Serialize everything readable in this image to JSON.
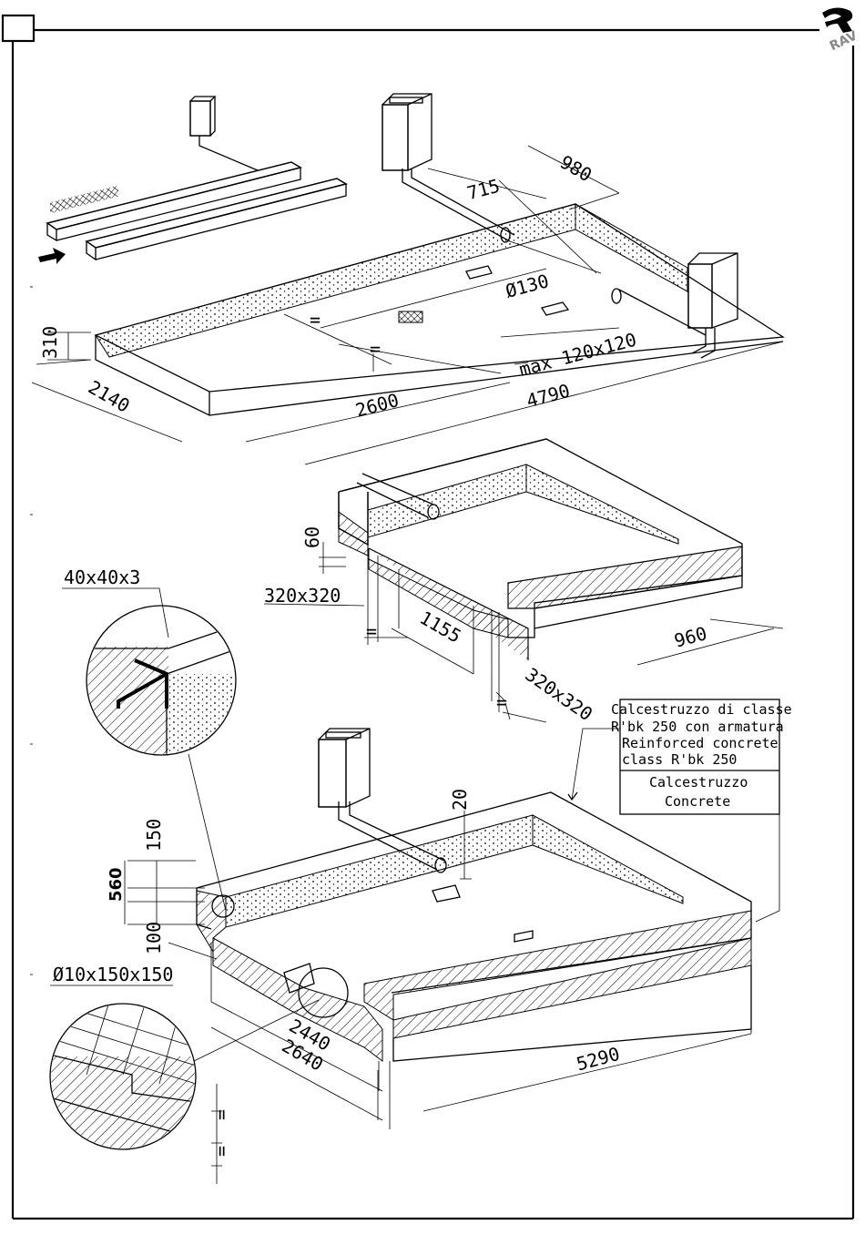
{
  "page_number_box": "",
  "logo_text": "RAV",
  "top_section": {
    "dims": {
      "d980": "980",
      "d715": "715",
      "d130": "Ø130",
      "dmax": "max 120x120",
      "d310": "310",
      "d2140": "2140",
      "d2600": "2600",
      "d4790": "4790",
      "eq1": "=",
      "eq2": "="
    }
  },
  "middle_section": {
    "dims": {
      "d60": "60",
      "d320a": "320x320",
      "d1155": "1155",
      "d960": "960",
      "d320b": "320x320",
      "eq1": "=",
      "eq2": "="
    },
    "detail_label": "40x40x3"
  },
  "bottom_section": {
    "dims": {
      "d20": "20",
      "d150": "150",
      "d560": "560",
      "d100": "100",
      "d2440": "2440",
      "d2640": "2640",
      "d5290": "5290",
      "eq1": "=",
      "eq2": "="
    },
    "mesh_label": "Ø10x150x150"
  },
  "legend": {
    "reinforced": [
      "Calcestruzzo di classe",
      "R'bk 250 con armatura",
      "Reinforced concrete",
      "class R'bk 250"
    ],
    "concrete": [
      "Calcestruzzo",
      "Concrete"
    ]
  }
}
